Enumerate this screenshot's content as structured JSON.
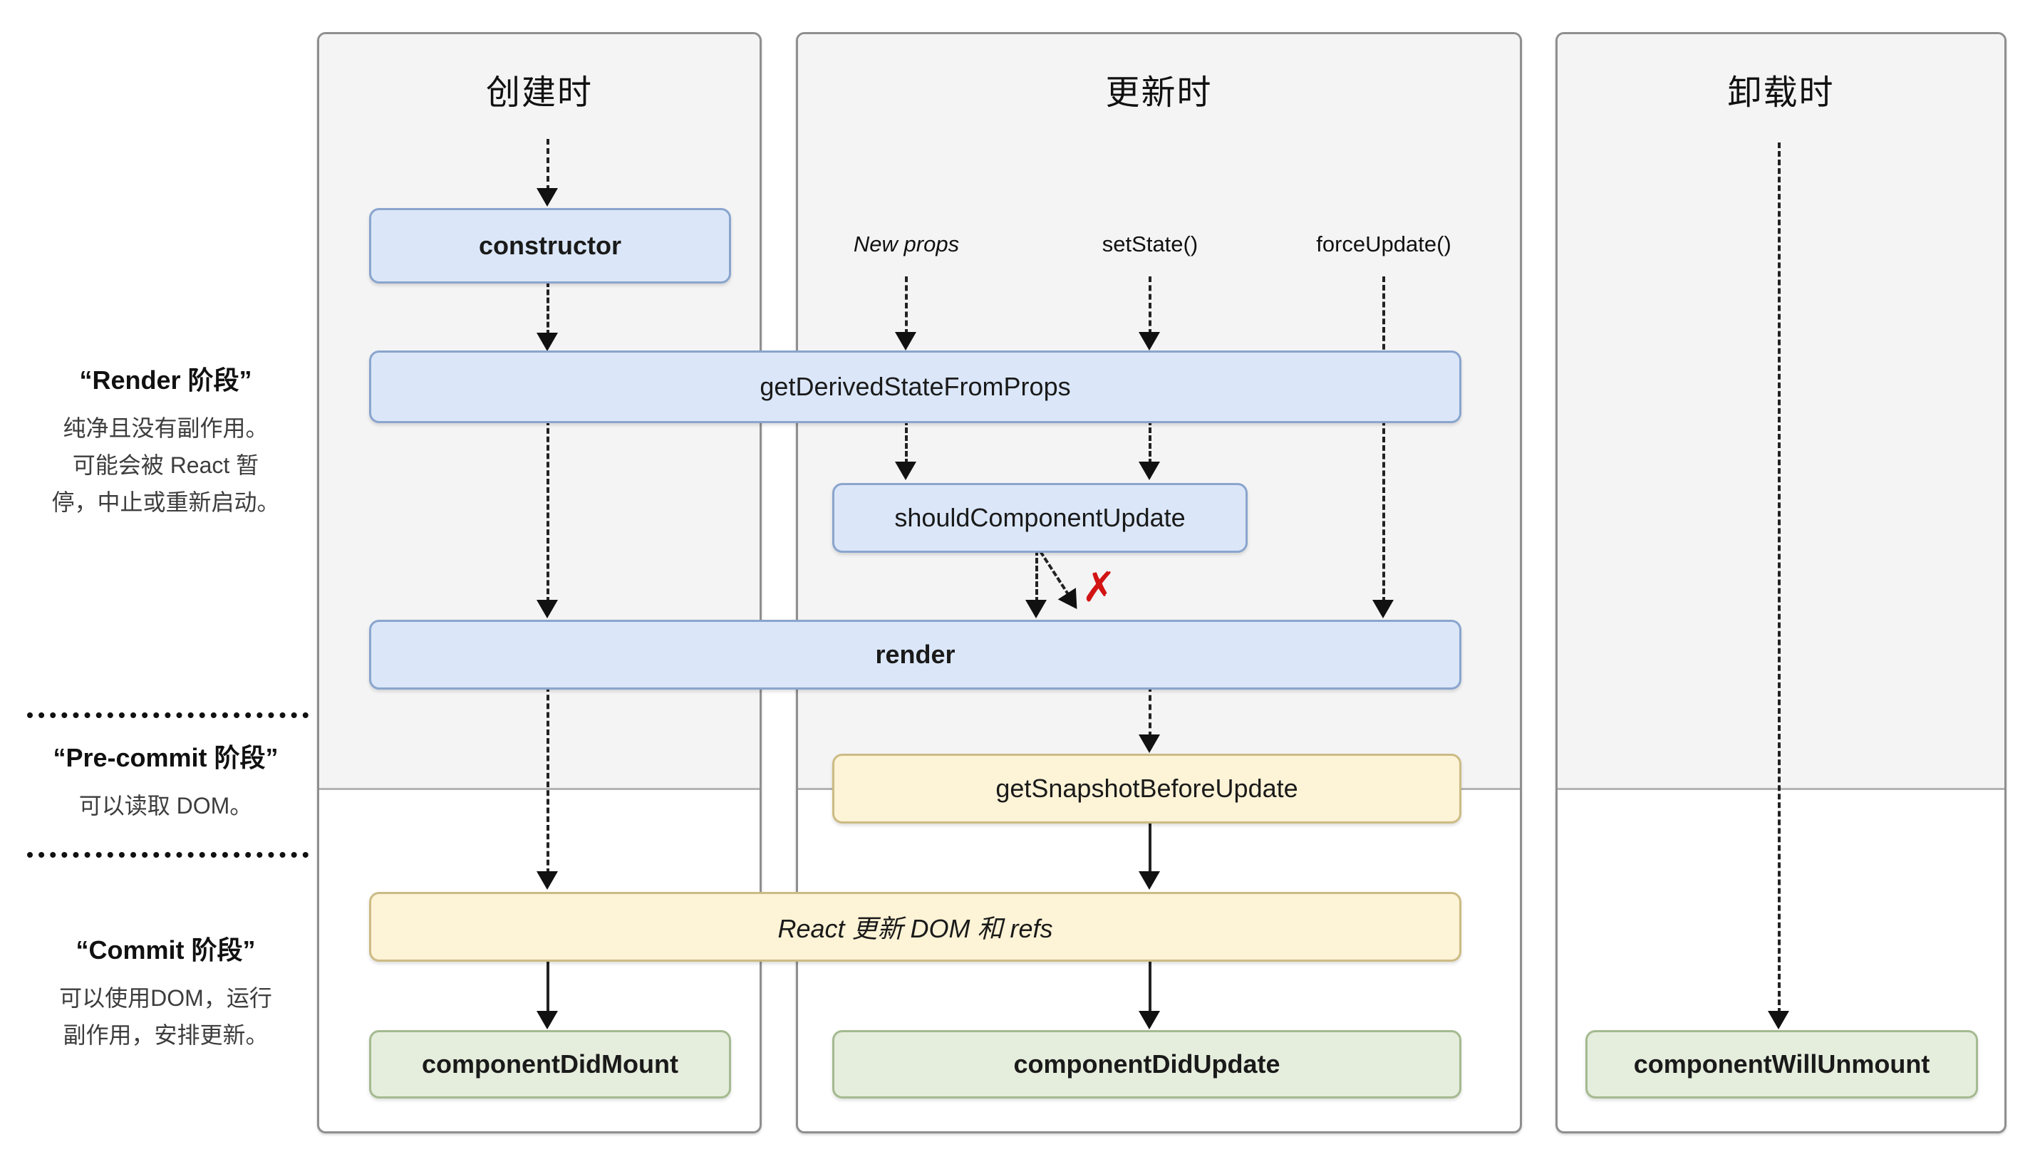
{
  "diagram_title": "React lifecycle diagram (Chinese)",
  "columns": {
    "mounting": "创建时",
    "updating": "更新时",
    "unmounting": "卸载时"
  },
  "sidebar": {
    "render_phase": {
      "title": "“Render 阶段”",
      "desc_lines": [
        "纯净且没有副作用。",
        "可能会被 React 暂",
        "停，中止或重新启动。"
      ]
    },
    "pre_commit_phase": {
      "title": "“Pre-commit 阶段”",
      "desc_lines": [
        "可以读取 DOM。"
      ]
    },
    "commit_phase": {
      "title": "“Commit 阶段”",
      "desc_lines": [
        "可以使用DOM，运行",
        "副作用，安排更新。"
      ]
    }
  },
  "triggers": {
    "new_props": "New props",
    "set_state": "setState()",
    "force_update": "forceUpdate()"
  },
  "nodes": {
    "constructor": "constructor",
    "get_derived_state_from_props": "getDerivedStateFromProps",
    "should_component_update": "shouldComponentUpdate",
    "render": "render",
    "get_snapshot_before_update": "getSnapshotBeforeUpdate",
    "react_updates_dom": "React 更新 DOM 和 refs",
    "component_did_mount": "componentDidMount",
    "component_did_update": "componentDidUpdate",
    "component_will_unmount": "componentWillUnmount"
  },
  "annotations": {
    "skip_update_x": "✗"
  },
  "colors": {
    "node_blue_fill": "#dbe7f9",
    "node_blue_border": "#8aa5cd",
    "node_yellow_fill": "#fdf3d6",
    "node_yellow_border": "#ccbb84",
    "node_green_fill": "#e5eddd",
    "node_green_border": "#a4ba90",
    "phase_gray": "#f4f4f5",
    "column_border": "#8f8f8f",
    "cancel_x_red": "#d21414"
  }
}
